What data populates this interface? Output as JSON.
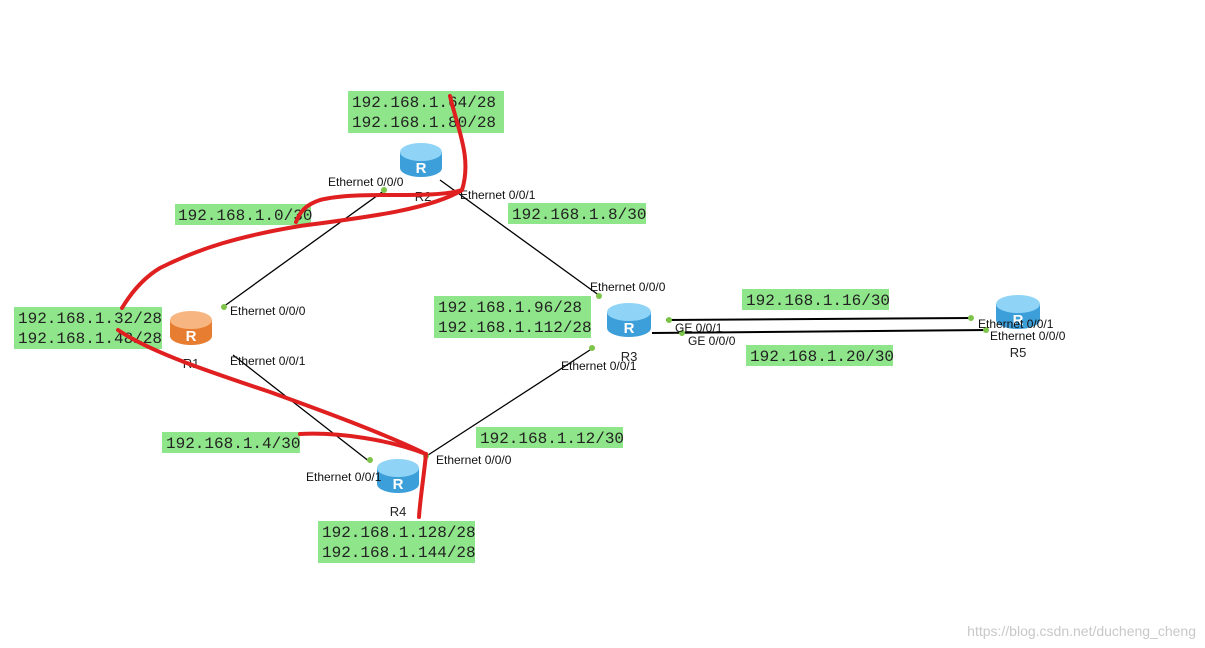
{
  "colors": {
    "label_bg": "#8fe58a",
    "router_blue": "#5ab7ea",
    "router_orange": "#f29650",
    "link": "#000000",
    "port_dot": "#7cc44a",
    "annotation_red": "#e02020"
  },
  "routers": {
    "r1": {
      "name": "R1",
      "glyph": "R",
      "color": "orange"
    },
    "r2": {
      "name": "R2",
      "glyph": "R",
      "color": "blue"
    },
    "r3": {
      "name": "R3",
      "glyph": "R",
      "color": "blue"
    },
    "r4": {
      "name": "R4",
      "glyph": "R",
      "color": "blue"
    },
    "r5": {
      "name": "R5",
      "glyph": "R",
      "color": "blue"
    }
  },
  "ports": {
    "r2_e000": "Ethernet 0/0/0",
    "r2_e001": "Ethernet 0/0/1",
    "r1_e000": "Ethernet 0/0/0",
    "r1_e001": "Ethernet 0/0/1",
    "r3_e000": "Ethernet 0/0/0",
    "r3_e001": "Ethernet 0/0/1",
    "r3_ge001": "GE 0/0/1",
    "r3_ge000": "GE 0/0/0",
    "r4_e000": "Ethernet 0/0/0",
    "r4_e001": "Ethernet 0/0/1",
    "r5_e001": "Ethernet 0/0/1",
    "r5_e000": "Ethernet 0/0/0"
  },
  "subnets": {
    "r2_lan_1": "192.168.1.64/28",
    "r2_lan_2": "192.168.1.80/28",
    "link_r1_r2": "192.168.1.0/30",
    "link_r2_r3": "192.168.1.8/30",
    "r1_lan_1": "192.168.1.32/28",
    "r1_lan_2": "192.168.1.48/28",
    "r3_lan_1": "192.168.1.96/28",
    "r3_lan_2": "192.168.1.112/28",
    "link_r3_r5_a": "192.168.1.16/30",
    "link_r3_r5_b": "192.168.1.20/30",
    "link_r1_r4": "192.168.1.4/30",
    "link_r3_r4": "192.168.1.12/30",
    "r4_lan_1": "192.168.1.128/28",
    "r4_lan_2": "192.168.1.144/28"
  },
  "watermark": "https://blog.csdn.net/ducheng_cheng"
}
